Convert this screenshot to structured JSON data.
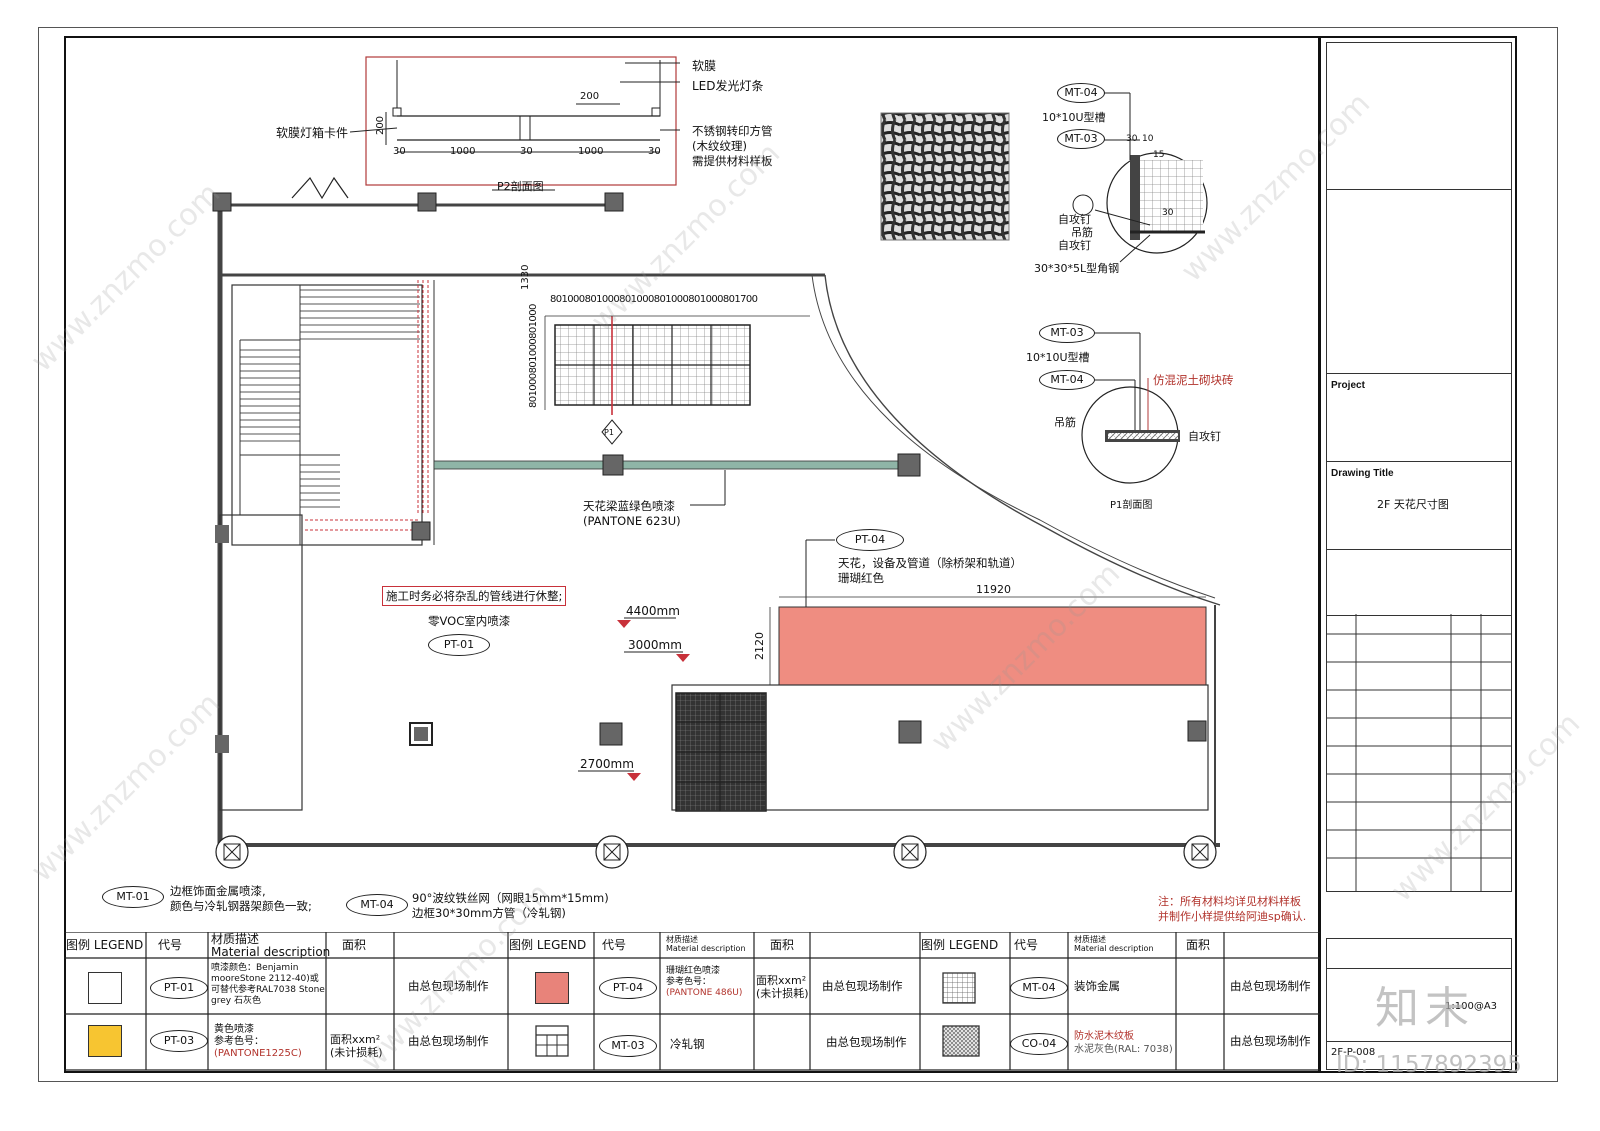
{
  "sheet": {
    "project_label": "Project",
    "drawing_title_label": "Drawing Title",
    "drawing_title": "2F 天花尺寸图",
    "scale": "1:100@A3",
    "drawing_number": "2F-P-008",
    "note_line1": "注：所有材料均详见材料样板",
    "note_line2": "并制作小样提供给阿迪sp确认."
  },
  "section_p2": {
    "title": "P2剖面图",
    "label_membrane": "软膜",
    "label_led": "LED发光灯条",
    "label_clip": "软膜灯箱卡件",
    "label_pipe_1": "不锈钢转印方管",
    "label_pipe_2": "(木纹纹理)",
    "label_pipe_3": "需提供材料样板",
    "dims": [
      "200",
      "200",
      "30",
      "1000",
      "30",
      "1000",
      "30"
    ]
  },
  "section_p1": {
    "title": "P1剖面图",
    "tag_mt04": "MT-04",
    "tag_mt03": "MT-03",
    "label_channel": "10*10U型槽",
    "label_brick": "仿混泥土砌块砖",
    "label_hanger": "吊筋",
    "label_screw": "自攻钉"
  },
  "detail_top": {
    "tag_mt04": "MT-04",
    "tag_mt03": "MT-03",
    "label_channel": "10*10U型槽",
    "label_screw1": "自攻钉",
    "label_hanger": "吊筋",
    "label_screw2": "自攻钉",
    "label_angle": "30*30*5L型角钢",
    "dims": [
      "30",
      "10",
      "15",
      "30"
    ]
  },
  "plan": {
    "grid_dims_top": "801000801000801000801000801000801700",
    "dim_1330": "1330",
    "grid_dims_side": "801000801000801000",
    "beam_label_1": "天花梁蓝绿色喷漆",
    "beam_label_2": "(PANTONE 623U)",
    "pt04_tag": "PT-04",
    "pt04_desc_1": "天花，设备及管道（除桥架和轨道）",
    "pt04_desc_2": "珊瑚红色",
    "dim_11920": "11920",
    "dim_2120": "2120",
    "notice": "施工时务必将杂乱的管线进行休整;",
    "paint_label": "零VOC室内喷漆",
    "pt01_tag": "PT-01",
    "level_4400": "4400mm",
    "level_3000": "3000mm",
    "level_2700": "2700mm",
    "marker_p1": "P1"
  },
  "notes": {
    "mt01_tag": "MT-01",
    "mt01_line1": "边框饰面金属喷漆,",
    "mt01_line2": "颜色与冷轧钢器架颜色一致;",
    "mt04_tag": "MT-04",
    "mt04_line1": "90°波纹铁丝网（网眼15mm*15mm)",
    "mt04_line2": "边框30*30mm方管（冷轧钢)"
  },
  "legend": {
    "headers": {
      "legend": "图例 LEGEND",
      "code": "代号",
      "material_cn": "材质描述",
      "material_en": "Material description",
      "material_small_cn": "材质描述",
      "material_small_en": "Material description",
      "area": "面积"
    },
    "rows": [
      {
        "code": "PT-01",
        "desc": "喷漆颜色：Benjamin mooreStone 2112-40)或可替代参考RAL7038 Stone grey 石灰色",
        "area": "",
        "note": "由总包现场制作",
        "swatch": "#ffffff"
      },
      {
        "code": "PT-03",
        "desc": "黄色喷漆",
        "desc2": "参考色号：",
        "desc3": "(PANTONE1225C)",
        "area": "面积xxm²",
        "area2": "(未计损耗)",
        "note": "由总包现场制作",
        "swatch": "#f7c531"
      },
      {
        "code": "PT-04",
        "desc": "珊瑚红色喷漆",
        "desc2": "参考色号：",
        "desc3": "(PANTONE 486U)",
        "area": "面积xxm²",
        "area2": "(未计损耗)",
        "note": "由总包现场制作",
        "swatch": "#e8837a"
      },
      {
        "code": "MT-03",
        "desc": "冷轧钢",
        "area": "",
        "note": "由总包现场制作",
        "swatch": "frame"
      },
      {
        "code": "MT-04",
        "desc": "装饰金属",
        "area": "",
        "note": "由总包现场制作",
        "swatch": "mesh"
      },
      {
        "code": "CO-04",
        "desc": "防水泥木纹板",
        "desc2": "水泥灰色(RAL: 7038)",
        "area": "",
        "note": "由总包现场制作",
        "swatch": "hatch"
      }
    ]
  },
  "watermark": {
    "site": "www.znzmo.com",
    "brand": "知末",
    "id": "ID: 1157892395"
  },
  "colors": {
    "coral": "#ef8d81",
    "beam": "#8fb5a7",
    "red_line": "#c8313a",
    "yellow": "#f7c531"
  }
}
